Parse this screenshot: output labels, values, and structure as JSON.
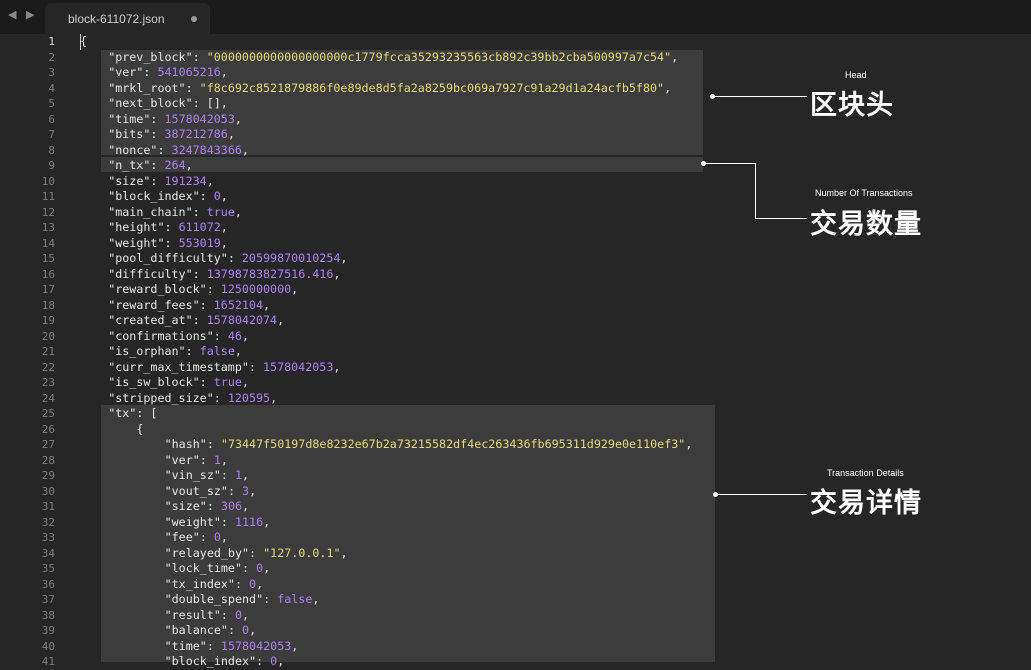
{
  "window": {
    "nav_arrows": "◀ ▶",
    "tab_title": "block-611072.json"
  },
  "annotations": {
    "head": {
      "label_en": "Head",
      "label_zh": "区块头"
    },
    "ntx": {
      "label_en": "Number Of Transactions",
      "label_zh": "交易数量"
    },
    "tx": {
      "label_en": "Transaction Details",
      "label_zh": "交易详情"
    }
  },
  "lines": [
    [
      [
        "p",
        "{"
      ]
    ],
    [
      [
        "k",
        "\"prev_block\""
      ],
      [
        "p",
        ": "
      ],
      [
        "s",
        "\"0000000000000000000c1779fcca35293235563cb892c39bb2cba500997a7c54\""
      ],
      [
        "p",
        ","
      ]
    ],
    [
      [
        "k",
        "\"ver\""
      ],
      [
        "p",
        ": "
      ],
      [
        "n",
        "541065216"
      ],
      [
        "p",
        ","
      ]
    ],
    [
      [
        "k",
        "\"mrkl_root\""
      ],
      [
        "p",
        ": "
      ],
      [
        "s",
        "\"f8c692c8521879886f0e89de8d5fa2a8259bc069a7927c91a29d1a24acfb5f80\""
      ],
      [
        "p",
        ","
      ]
    ],
    [
      [
        "k",
        "\"next_block\""
      ],
      [
        "p",
        ": [],"
      ]
    ],
    [
      [
        "k",
        "\"time\""
      ],
      [
        "p",
        ": "
      ],
      [
        "n",
        "1578042053"
      ],
      [
        "p",
        ","
      ]
    ],
    [
      [
        "k",
        "\"bits\""
      ],
      [
        "p",
        ": "
      ],
      [
        "n",
        "387212786"
      ],
      [
        "p",
        ","
      ]
    ],
    [
      [
        "k",
        "\"nonce\""
      ],
      [
        "p",
        ": "
      ],
      [
        "n",
        "3247843366"
      ],
      [
        "p",
        ","
      ]
    ],
    [
      [
        "k",
        "\"n_tx\""
      ],
      [
        "p",
        ": "
      ],
      [
        "n",
        "264"
      ],
      [
        "p",
        ","
      ]
    ],
    [
      [
        "k",
        "\"size\""
      ],
      [
        "p",
        ": "
      ],
      [
        "n",
        "191234"
      ],
      [
        "p",
        ","
      ]
    ],
    [
      [
        "k",
        "\"block_index\""
      ],
      [
        "p",
        ": "
      ],
      [
        "n",
        "0"
      ],
      [
        "p",
        ","
      ]
    ],
    [
      [
        "k",
        "\"main_chain\""
      ],
      [
        "p",
        ": "
      ],
      [
        "n",
        "true"
      ],
      [
        "p",
        ","
      ]
    ],
    [
      [
        "k",
        "\"height\""
      ],
      [
        "p",
        ": "
      ],
      [
        "n",
        "611072"
      ],
      [
        "p",
        ","
      ]
    ],
    [
      [
        "k",
        "\"weight\""
      ],
      [
        "p",
        ": "
      ],
      [
        "n",
        "553019"
      ],
      [
        "p",
        ","
      ]
    ],
    [
      [
        "k",
        "\"pool_difficulty\""
      ],
      [
        "p",
        ": "
      ],
      [
        "n",
        "20599870010254"
      ],
      [
        "p",
        ","
      ]
    ],
    [
      [
        "k",
        "\"difficulty\""
      ],
      [
        "p",
        ": "
      ],
      [
        "n",
        "13798783827516.416"
      ],
      [
        "p",
        ","
      ]
    ],
    [
      [
        "k",
        "\"reward_block\""
      ],
      [
        "p",
        ": "
      ],
      [
        "n",
        "1250000000"
      ],
      [
        "p",
        ","
      ]
    ],
    [
      [
        "k",
        "\"reward_fees\""
      ],
      [
        "p",
        ": "
      ],
      [
        "n",
        "1652104"
      ],
      [
        "p",
        ","
      ]
    ],
    [
      [
        "k",
        "\"created_at\""
      ],
      [
        "p",
        ": "
      ],
      [
        "n",
        "1578042074"
      ],
      [
        "p",
        ","
      ]
    ],
    [
      [
        "k",
        "\"confirmations\""
      ],
      [
        "p",
        ": "
      ],
      [
        "n",
        "46"
      ],
      [
        "p",
        ","
      ]
    ],
    [
      [
        "k",
        "\"is_orphan\""
      ],
      [
        "p",
        ": "
      ],
      [
        "n",
        "false"
      ],
      [
        "p",
        ","
      ]
    ],
    [
      [
        "k",
        "\"curr_max_timestamp\""
      ],
      [
        "p",
        ": "
      ],
      [
        "n",
        "1578042053"
      ],
      [
        "p",
        ","
      ]
    ],
    [
      [
        "k",
        "\"is_sw_block\""
      ],
      [
        "p",
        ": "
      ],
      [
        "n",
        "true"
      ],
      [
        "p",
        ","
      ]
    ],
    [
      [
        "k",
        "\"stripped_size\""
      ],
      [
        "p",
        ": "
      ],
      [
        "n",
        "120595"
      ],
      [
        "p",
        ","
      ]
    ],
    [
      [
        "k",
        "\"tx\""
      ],
      [
        "p",
        ": ["
      ]
    ],
    [
      [
        "p",
        "{"
      ]
    ],
    [
      [
        "k",
        "\"hash\""
      ],
      [
        "p",
        ": "
      ],
      [
        "s",
        "\"73447f50197d8e8232e67b2a73215582df4ec263436fb695311d929e0e110ef3\""
      ],
      [
        "p",
        ","
      ]
    ],
    [
      [
        "k",
        "\"ver\""
      ],
      [
        "p",
        ": "
      ],
      [
        "n",
        "1"
      ],
      [
        "p",
        ","
      ]
    ],
    [
      [
        "k",
        "\"vin_sz\""
      ],
      [
        "p",
        ": "
      ],
      [
        "n",
        "1"
      ],
      [
        "p",
        ","
      ]
    ],
    [
      [
        "k",
        "\"vout_sz\""
      ],
      [
        "p",
        ": "
      ],
      [
        "n",
        "3"
      ],
      [
        "p",
        ","
      ]
    ],
    [
      [
        "k",
        "\"size\""
      ],
      [
        "p",
        ": "
      ],
      [
        "n",
        "306"
      ],
      [
        "p",
        ","
      ]
    ],
    [
      [
        "k",
        "\"weight\""
      ],
      [
        "p",
        ": "
      ],
      [
        "n",
        "1116"
      ],
      [
        "p",
        ","
      ]
    ],
    [
      [
        "k",
        "\"fee\""
      ],
      [
        "p",
        ": "
      ],
      [
        "n",
        "0"
      ],
      [
        "p",
        ","
      ]
    ],
    [
      [
        "k",
        "\"relayed_by\""
      ],
      [
        "p",
        ": "
      ],
      [
        "s",
        "\"127.0.0.1\""
      ],
      [
        "p",
        ","
      ]
    ],
    [
      [
        "k",
        "\"lock_time\""
      ],
      [
        "p",
        ": "
      ],
      [
        "n",
        "0"
      ],
      [
        "p",
        ","
      ]
    ],
    [
      [
        "k",
        "\"tx_index\""
      ],
      [
        "p",
        ": "
      ],
      [
        "n",
        "0"
      ],
      [
        "p",
        ","
      ]
    ],
    [
      [
        "k",
        "\"double_spend\""
      ],
      [
        "p",
        ": "
      ],
      [
        "n",
        "false"
      ],
      [
        "p",
        ","
      ]
    ],
    [
      [
        "k",
        "\"result\""
      ],
      [
        "p",
        ": "
      ],
      [
        "n",
        "0"
      ],
      [
        "p",
        ","
      ]
    ],
    [
      [
        "k",
        "\"balance\""
      ],
      [
        "p",
        ": "
      ],
      [
        "n",
        "0"
      ],
      [
        "p",
        ","
      ]
    ],
    [
      [
        "k",
        "\"time\""
      ],
      [
        "p",
        ": "
      ],
      [
        "n",
        "1578042053"
      ],
      [
        "p",
        ","
      ]
    ],
    [
      [
        "k",
        "\"block_index\""
      ],
      [
        "p",
        ": "
      ],
      [
        "n",
        "0"
      ],
      [
        "p",
        ","
      ]
    ]
  ]
}
